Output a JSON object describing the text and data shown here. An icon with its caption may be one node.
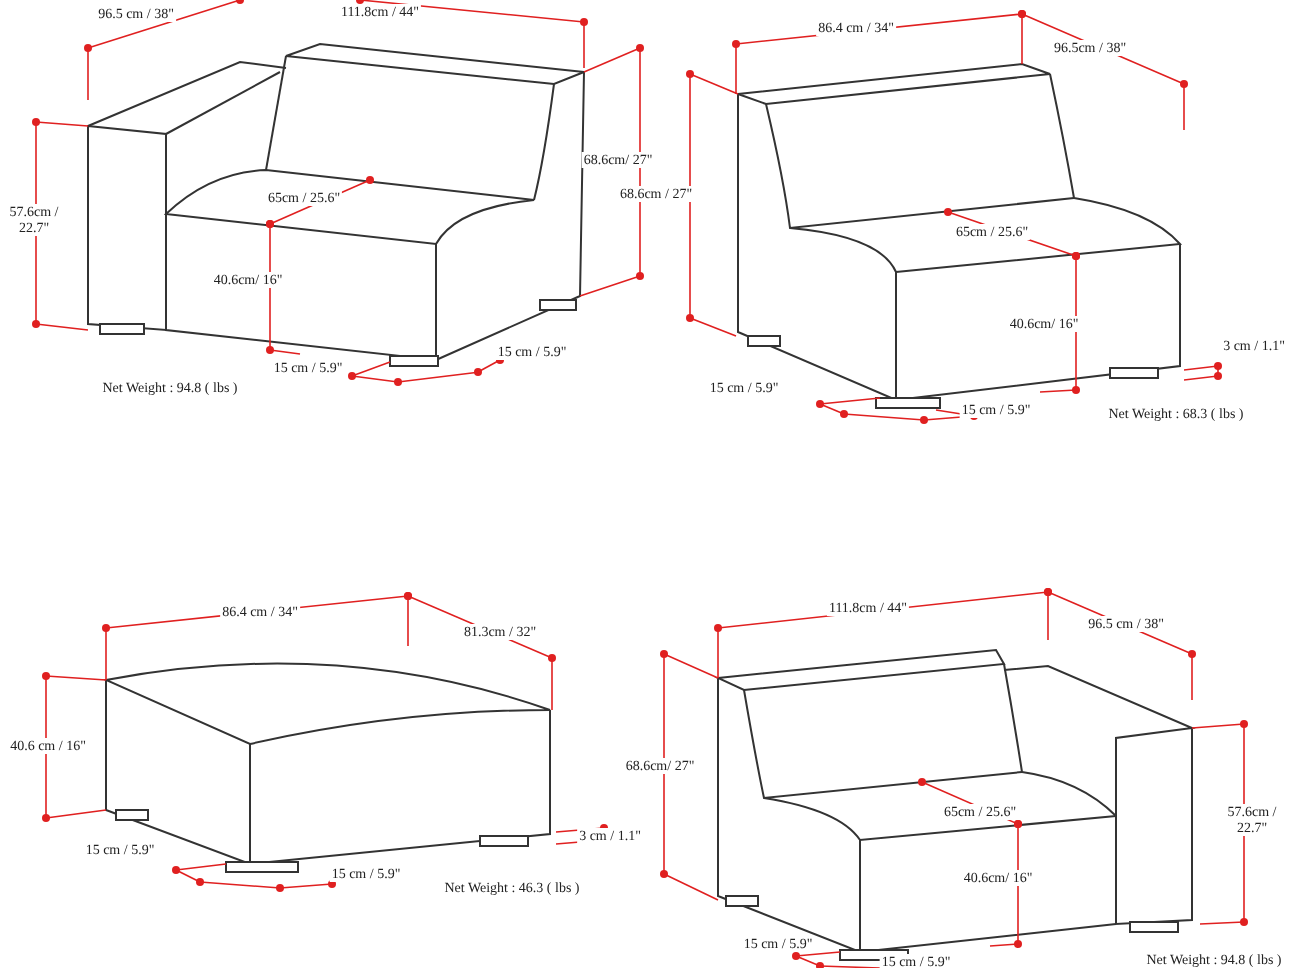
{
  "diagram": {
    "labels": [
      "96.5 cm / 38\"",
      "111.8cm / 44\"",
      "68.6cm/ 27\"",
      "57.6cm / 22.7\"",
      "65cm / 25.6\"",
      "40.6cm/ 16\"",
      "15 cm / 5.9\"",
      "15 cm / 5.9\"",
      "Net Weight : 94.8 ( lbs )",
      "86.4 cm / 34\"",
      "96.5cm / 38\"",
      "68.6cm / 27\"",
      "65cm / 25.6\"",
      "40.6cm/ 16\"",
      "3 cm / 1.1\"",
      "15 cm / 5.9\"",
      "15 cm / 5.9\"",
      "Net Weight : 68.3 ( lbs )",
      "86.4 cm / 34\"",
      "81.3cm / 32\"",
      "40.6 cm / 16\"",
      "3 cm / 1.1\"",
      "15 cm / 5.9\"",
      "15 cm / 5.9\"",
      "Net Weight : 46.3 ( lbs )",
      "111.8cm / 44\"",
      "96.5 cm / 38\"",
      "68.6cm/ 27\"",
      "65cm / 25.6\"",
      "57.6cm / 22.7\"",
      "40.6cm/ 16\"",
      "15 cm / 5.9\"",
      "15 cm / 5.9\"",
      "Net Weight : 94.8 ( lbs )"
    ]
  }
}
